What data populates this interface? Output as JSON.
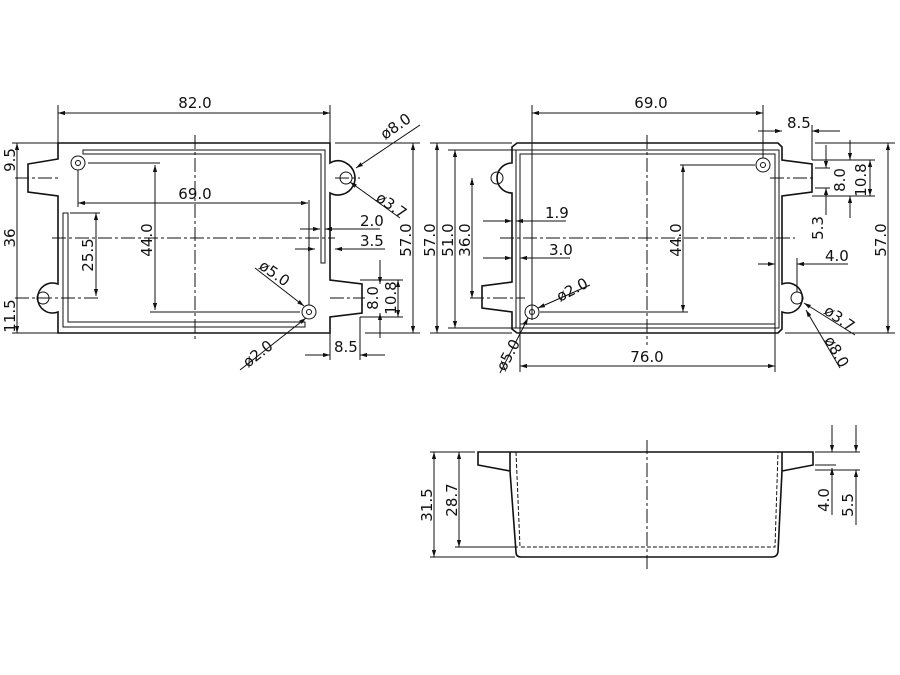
{
  "top_view_left": {
    "overall_length": "82.0",
    "hole_dia_outer": "ø8.0",
    "hole_dia_inner": "ø3.7",
    "dim_9_5": "9.5",
    "dim_36": "36",
    "dim_11_5": "11.5",
    "hole_spacing": "69.0",
    "hole_spacing_vertical": "44.0",
    "rail_length": "25.5",
    "rail_gap_2": "2.0",
    "rail_gap_3_5": "3.5",
    "boss_dia": "ø5.0",
    "boss_hole_dia": "ø2.0",
    "tab_8": "8.0",
    "tab_10_8": "10.8",
    "tab_depth": "8.5",
    "overall_width": "57.0"
  },
  "top_view_right": {
    "overall_width_left": "57.0",
    "inner_width": "51.0",
    "flange_hole_spacing": "36.0",
    "hole_spacing": "69.0",
    "tab_depth": "8.5",
    "tab_8": "8.0",
    "tab_10_8": "10.8",
    "dim_5_3": "5.3",
    "wall_1_9": "1.9",
    "wall_3_0": "3.0",
    "hole_spacing_vertical": "44.0",
    "dim_4_0": "4.0",
    "boss_hole_dia": "ø2.0",
    "boss_dia": "ø5.0",
    "inner_length": "76.0",
    "hole_dia_inner": "ø3.7",
    "hole_dia_outer": "ø8.0",
    "overall_width_right": "57.0"
  },
  "side_view": {
    "overall_height": "31.5",
    "inner_depth": "28.7",
    "flange_4_0": "4.0",
    "flange_5_5": "5.5"
  }
}
